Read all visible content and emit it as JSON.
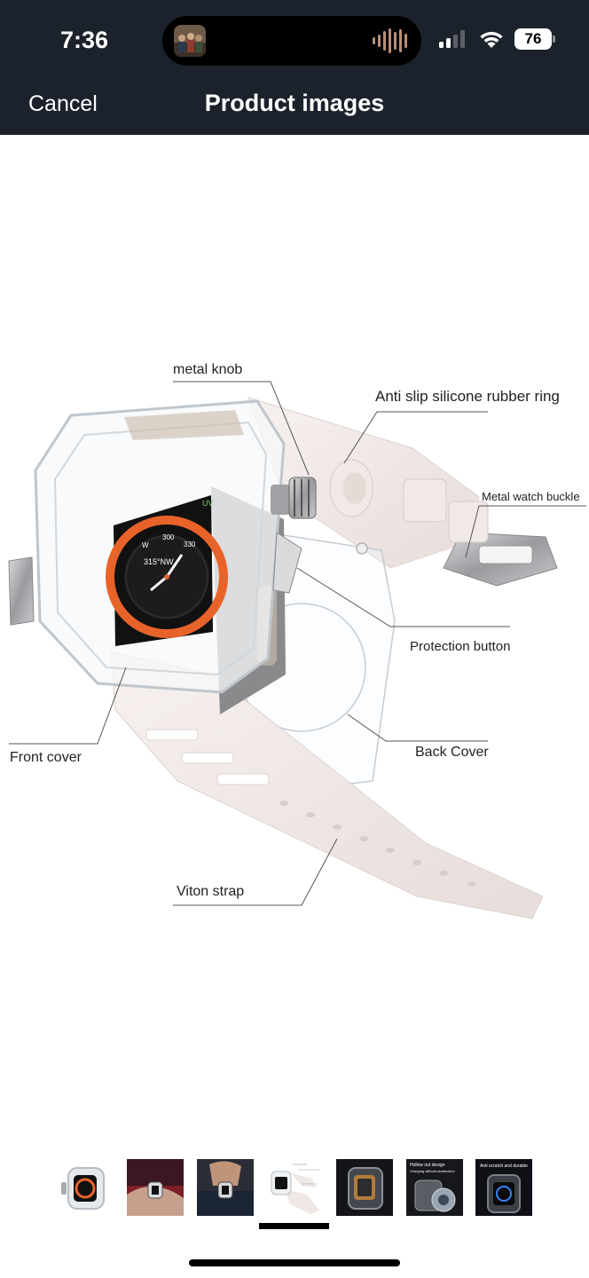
{
  "status_bar": {
    "time": "7:36",
    "battery_level": "76",
    "signal_bars": 2,
    "signal_bars_total": 4,
    "icons": [
      "album-art-icon",
      "audio-wave-icon",
      "cellular-signal-icon",
      "wifi-icon",
      "battery-icon"
    ]
  },
  "nav": {
    "cancel_label": "Cancel",
    "title": "Product images"
  },
  "image": {
    "callouts": {
      "metal_knob": "metal knob",
      "rubber_ring": "Anti slip silicone rubber ring",
      "buckle": "Metal watch buckle",
      "protection_button": "Protection button",
      "front_cover": "Front cover",
      "back_cover": "Back Cover",
      "strap": "Viton strap"
    },
    "watch_face": {
      "bearing": "315°NW",
      "ring_marks": [
        "300",
        "330",
        "W"
      ],
      "complication_text": "UV"
    },
    "thumb_texts": {
      "t6_line1": "Hollow out design",
      "t6_line2": "Charging without obstruction",
      "t7_line1": "Anti scratch and durable"
    }
  },
  "thumbnails": {
    "count": 7,
    "selected_index": 4
  },
  "colors": {
    "header_bg": "#1c222c",
    "strap": "#f3ecea",
    "accent_orange": "#e8632a",
    "indicator": "#000000"
  }
}
